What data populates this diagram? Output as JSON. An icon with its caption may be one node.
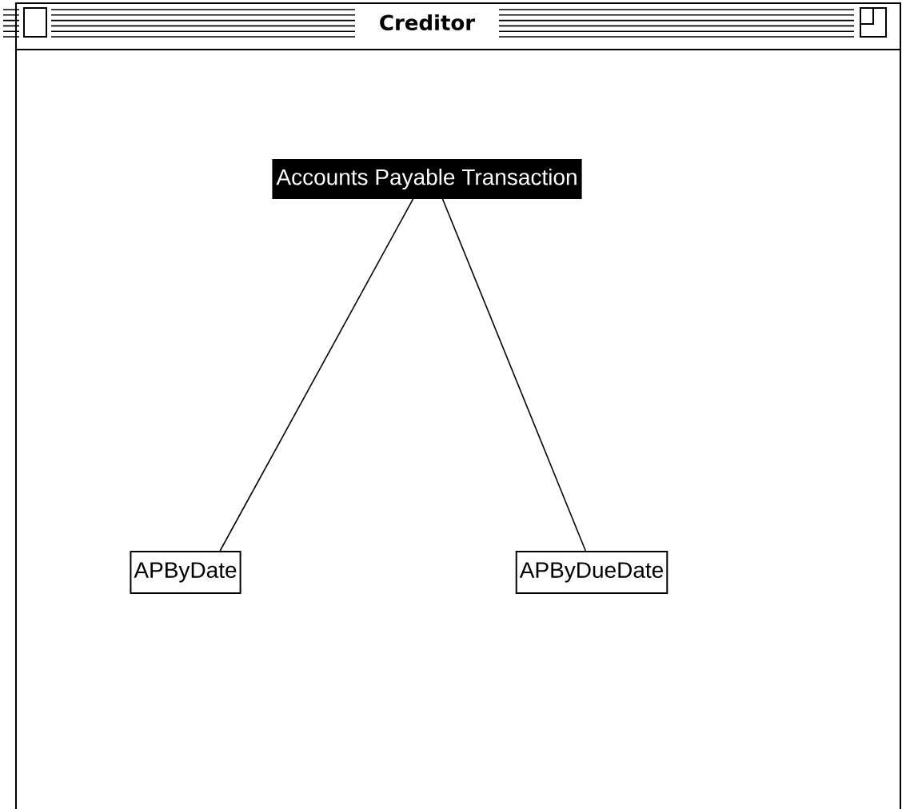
{
  "diagram": {
    "title": "Creditor",
    "nodes": [
      {
        "text": [
          "Accounts Payable Transaction"
        ]
      },
      {
        "text": [
          "APByDate"
        ]
      },
      {
        "text": [
          "APByDueDate"
        ]
      }
    ],
    "edges": [
      {
        "from": 0,
        "to": 1,
        "arrow": "none"
      },
      {
        "from": 0,
        "to": 2,
        "arrow": "none"
      }
    ]
  }
}
